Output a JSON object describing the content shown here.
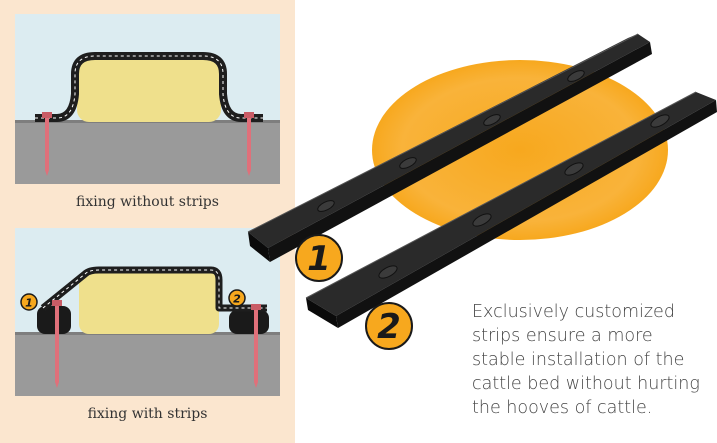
{
  "captions": {
    "without": "fixing without strips",
    "with": "fixing with strips"
  },
  "badges": {
    "strip1": "1",
    "strip2": "2",
    "mini1": "1",
    "mini2": "2"
  },
  "description_lines": [
    "Exclusively customized",
    "strips ensure a more",
    "stable installation of the",
    "cattle bed without hurting",
    "the hooves of cattle."
  ],
  "colors": {
    "panel_bg": "#fbe6cf",
    "sky": "#dcecf1",
    "ground": "#9a9a9a",
    "mattress": "#efe08c",
    "cover": "#1e1e1e",
    "bolt": "#e0707a",
    "accent": "#f7a81e",
    "strip": "#1a1a1a"
  }
}
